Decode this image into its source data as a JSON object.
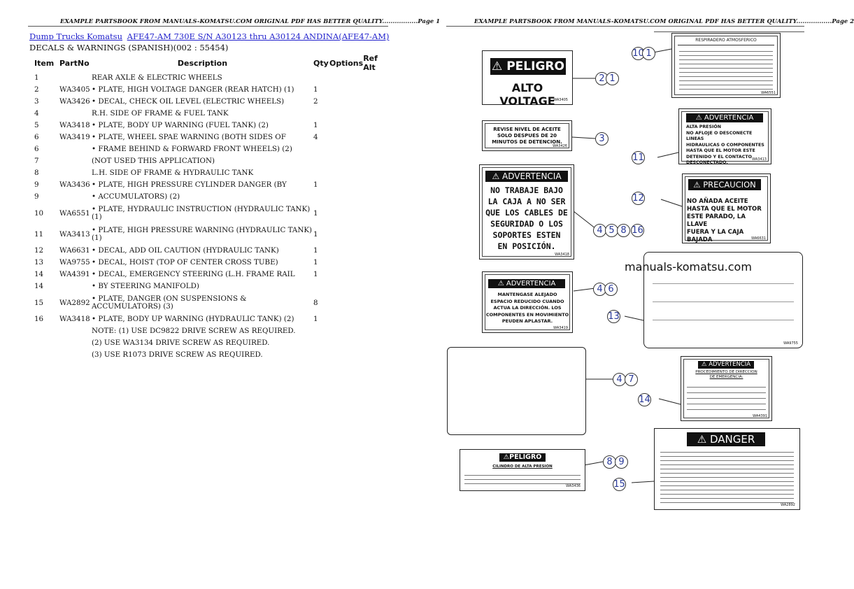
{
  "page1": {
    "header": "EXAMPLE PARTSBOOK FROM MANUALS-KOMATSU.COM ORIGINAL PDF HAS BETTER QUALITY.................Page 1",
    "breadcrumb": [
      {
        "label": "Dump Trucks Komatsu"
      },
      {
        "label": "AFE47-AM 730E S/N A30123 thru A30124 ANDINA(AFE47-AM)"
      }
    ],
    "subtitle": "DECALS & WARNINGS (SPANISH)(002 : 55454)",
    "columns": {
      "item": "Item",
      "partno": "PartNo",
      "description": "Description",
      "qty": "Qty",
      "options": "Options",
      "refalt": "Ref Alt"
    },
    "rows": [
      {
        "item": "1",
        "part": "",
        "desc": "REAR AXLE & ELECTRIC WHEELS",
        "qty": ""
      },
      {
        "item": "2",
        "part": "WA3405",
        "desc": "• PLATE, HIGH VOLTAGE DANGER (REAR HATCH) (1)",
        "qty": "1"
      },
      {
        "item": "3",
        "part": "WA3426",
        "desc": "• DECAL, CHECK OIL LEVEL (ELECTRIC WHEELS)",
        "qty": "2"
      },
      {
        "item": "4",
        "part": "",
        "desc": "R.H. SIDE OF FRAME & FUEL TANK",
        "qty": ""
      },
      {
        "item": "5",
        "part": "WA3418",
        "desc": "• PLATE, BODY UP WARNING (FUEL TANK) (2)",
        "qty": "1"
      },
      {
        "item": "6",
        "part": "WA3419",
        "desc": "• PLATE, WHEEL SPAE WARNING (BOTH SIDES OF",
        "qty": "4"
      },
      {
        "item": "6",
        "part": "",
        "desc": "• FRAME BEHIND & FORWARD FRONT WHEELS) (2)",
        "qty": ""
      },
      {
        "item": "7",
        "part": "",
        "desc": "(NOT USED THIS APPLICATION)",
        "qty": ""
      },
      {
        "item": "8",
        "part": "",
        "desc": "L.H. SIDE OF FRAME & HYDRAULIC TANK",
        "qty": ""
      },
      {
        "item": "9",
        "part": "WA3436",
        "desc": "• PLATE, HIGH PRESSURE CYLINDER DANGER (BY",
        "qty": "1"
      },
      {
        "item": "9",
        "part": "",
        "desc": "• ACCUMULATORS) (2)",
        "qty": ""
      },
      {
        "item": "10",
        "part": "WA6551",
        "desc": "• PLATE, HYDRAULIC INSTRUCTION (HYDRAULIC TANK) (1)",
        "qty": "1",
        "tall": true
      },
      {
        "item": "11",
        "part": "WA3413",
        "desc": "• PLATE, HIGH PRESSURE WARNING (HYDRAULIC TANK) (1)",
        "qty": "1",
        "tall": true
      },
      {
        "item": "12",
        "part": "WA6631",
        "desc": "• DECAL, ADD OIL CAUTION (HYDRAULIC TANK)",
        "qty": "1"
      },
      {
        "item": "13",
        "part": "WA9755",
        "desc": "• DECAL, HOIST (TOP OF CENTER CROSS TUBE)",
        "qty": "1"
      },
      {
        "item": "14",
        "part": "WA4391",
        "desc": "• DECAL, EMERGENCY STEERING (L.H. FRAME RAIL",
        "qty": "1"
      },
      {
        "item": "14",
        "part": "",
        "desc": "• BY STEERING MANIFOLD)",
        "qty": ""
      },
      {
        "item": "15",
        "part": "WA2892",
        "desc": "• PLATE, DANGER (ON SUSPENSIONS & ACCUMULATORS) (3)",
        "qty": "8",
        "tall": true
      },
      {
        "item": "16",
        "part": "WA3418",
        "desc": "• PLATE, BODY UP WARNING (HYDRAULIC TANK) (2)",
        "qty": "1"
      },
      {
        "item": "",
        "part": "",
        "desc": "NOTE: (1) USE DC9822 DRIVE SCREW AS REQUIRED.",
        "qty": ""
      },
      {
        "item": "",
        "part": "",
        "desc": "(2) USE WA3134 DRIVE SCREW AS REQUIRED.",
        "qty": ""
      },
      {
        "item": "",
        "part": "",
        "desc": "(3) USE R1073 DRIVE SCREW AS REQUIRED.",
        "qty": ""
      }
    ]
  },
  "page2": {
    "header": "EXAMPLE PARTSBOOK FROM MANUALS-KOMATSU.COM ORIGINAL PDF HAS BETTER QUALITY.................Page 2",
    "watermark": "manuals-komatsu.com",
    "decals": {
      "peligro_alto": {
        "head": "PELIGRO",
        "text": "ALTO VOLTAGE",
        "code": "WA3405"
      },
      "revise": {
        "text": "REVISE NIVEL DE ACEITE\nSOLO DESPUES DE 20\nMINUTOS DE DETENCION.",
        "code": "WA3426"
      },
      "adv_trabaje": {
        "head": "ADVERTENCIA",
        "text": "NO TRABAJE BAJO\nLA CAJA A NO SER\nQUE LOS CABLES DE\nSEGURIDAD O LOS\nSOPORTES ESTEN\nEN POSICIÓN.",
        "code": "WA3418"
      },
      "adv_mantengase": {
        "head": "ADVERTENCIA",
        "text": "MANTENGASE ALEJADO\nESPACIO REDUCIDO CUANDO\nACTUA LA DIRECCIÓN. LOS\nCOMPONENTES EN MOVIMIENTO\nPEUDEN APLASTAR.",
        "code": "WA3419"
      },
      "respiradero": {
        "head": "RESPIRADERO ATMOSFERICO",
        "code": "WA6551"
      },
      "adv_alta": {
        "head": "ADVERTENCIA",
        "text": "ALTA PRESIÓN\nNO AFLOJE O DESCONECTE LINEAS\nHIDRAULICAS O COMPONENTES\nHASTA QUE EL MOTOR ESTE\nDETENIDO Y EL CONTACTO\nDESCONECTADO.",
        "code": "WA3413"
      },
      "precaucion": {
        "head": "PRECAUCION",
        "text": "NO AÑADA ACEITE\nHASTA QUE EL MOTOR\nESTE PARADO, LA LLAVE\nFUERA Y LA CAJA\nBAJADA",
        "code": "WA6631"
      },
      "hoist": {
        "code": "WA9755"
      },
      "adv_emergencia": {
        "head": "ADVERTENCIA",
        "text": "PROCEDIMIENTO DE DIRECCION\nDE EMERGENCIA:",
        "code": "WA4391"
      },
      "peligro_cilindro": {
        "head": "PELIGRO",
        "text": "CILINDRO DE ALTA PRESION",
        "code": "WA3436"
      },
      "danger": {
        "head": "DANGER",
        "code": "WA2892"
      }
    },
    "callouts": [
      "10",
      "1",
      "2",
      "1",
      "3",
      "11",
      "12",
      "4",
      "5",
      "8",
      "16",
      "4",
      "6",
      "13",
      "4",
      "7",
      "14",
      "8",
      "9",
      "15"
    ]
  }
}
